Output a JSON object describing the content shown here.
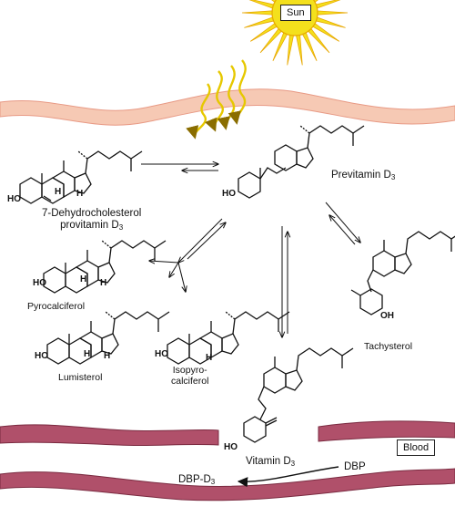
{
  "sun": {
    "label": "Sun"
  },
  "blood": {
    "label": "Blood"
  },
  "compounds": {
    "dehydro": {
      "line1": "7-Dehydrocholesterol",
      "line2": "provitamin D",
      "line2_sub": "3"
    },
    "previtamin": {
      "text": "Previtamin D",
      "sub": "3"
    },
    "pyrocalciferol": {
      "text": "Pyrocalciferol"
    },
    "lumisterol": {
      "text": "Lumisterol"
    },
    "isopyro": {
      "line1": "Isopyro-",
      "line2": "calciferol"
    },
    "tachysterol": {
      "text": "Tachysterol"
    },
    "vitamin_d3": {
      "text": "Vitamin D",
      "sub": "3"
    },
    "dbp": {
      "text": "DBP"
    },
    "dbp_d3": {
      "text": "DBP-D",
      "sub": "3"
    }
  },
  "atoms": {
    "ho": "HO",
    "oh": "OH",
    "h": "H"
  },
  "colors": {
    "sun": "#f4e01c",
    "sun_outline": "#e8a800",
    "skin": "#f6c9b4",
    "skin_line": "#e89a85",
    "vessel": "#b0506a",
    "vessel_line": "#7a2a40",
    "uv": "#e6c800"
  }
}
